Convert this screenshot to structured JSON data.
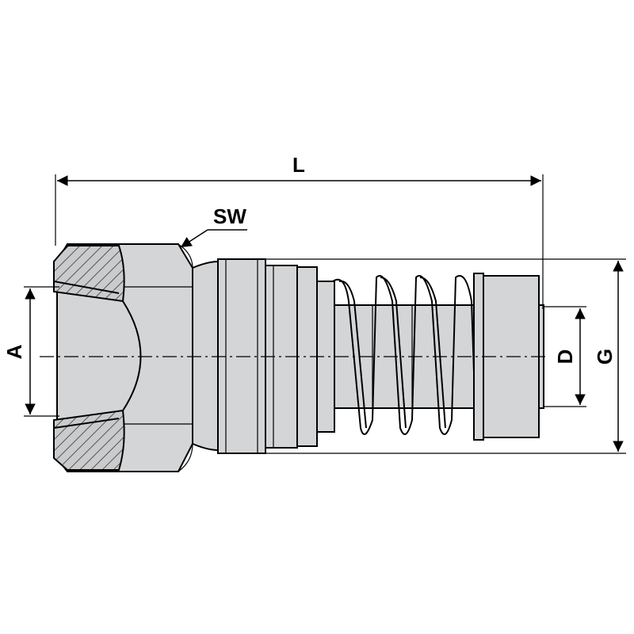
{
  "dimension_labels": {
    "length": "L",
    "wrench_size": "SW",
    "inner_a": "A",
    "inner_d": "D",
    "outer_g": "G"
  }
}
